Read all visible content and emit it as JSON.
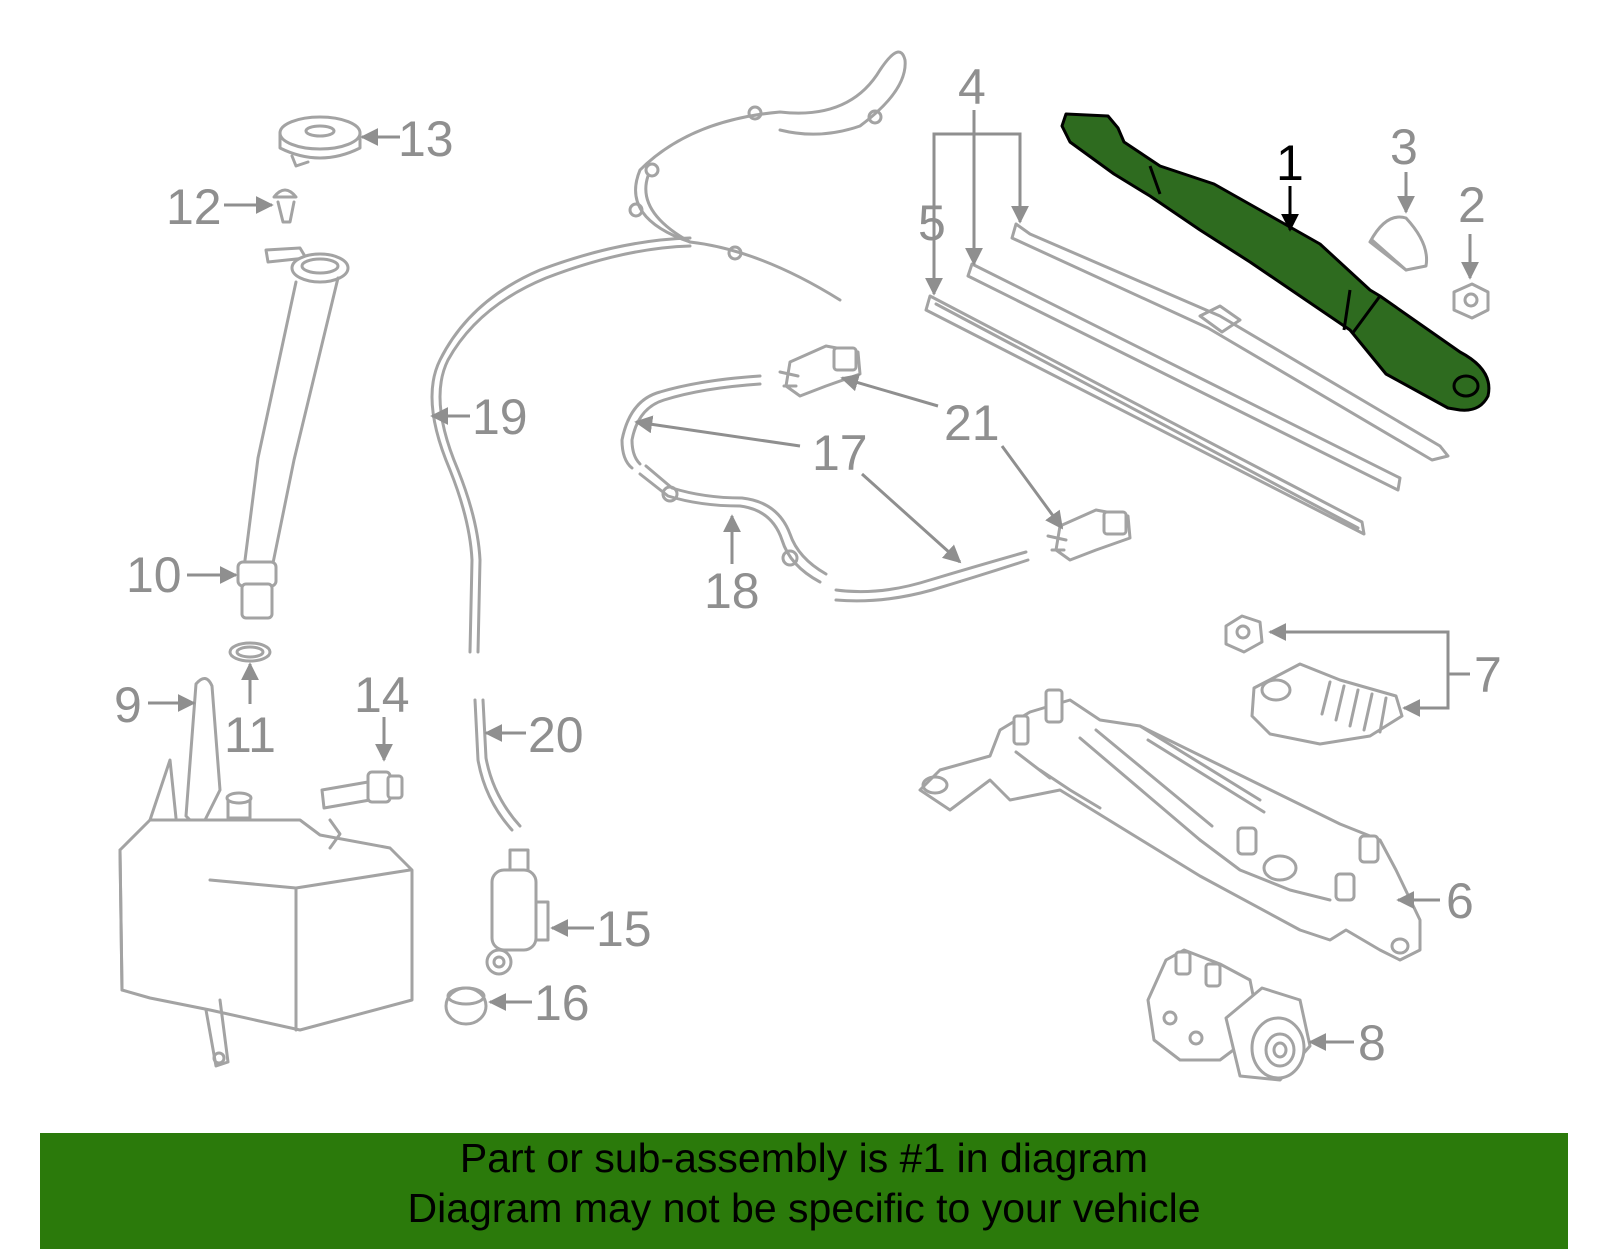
{
  "callouts": {
    "c1": "1",
    "c2": "2",
    "c3": "3",
    "c4": "4",
    "c5": "5",
    "c6": "6",
    "c7": "7",
    "c8": "8",
    "c9": "9",
    "c10": "10",
    "c11": "11",
    "c12": "12",
    "c13": "13",
    "c14": "14",
    "c15": "15",
    "c16": "16",
    "c17": "17",
    "c18": "18",
    "c19": "19",
    "c20": "20",
    "c21": "21"
  },
  "highlighted_part": "1",
  "colors": {
    "banner": "#2b7a0b",
    "highlight": "#2e6b1f",
    "linework": "#a3a3a3",
    "callout_text": "#8f8f8f"
  },
  "banner": {
    "line1": "Part or sub-assembly is #1 in diagram",
    "line2": "Diagram may not be specific to your vehicle"
  }
}
